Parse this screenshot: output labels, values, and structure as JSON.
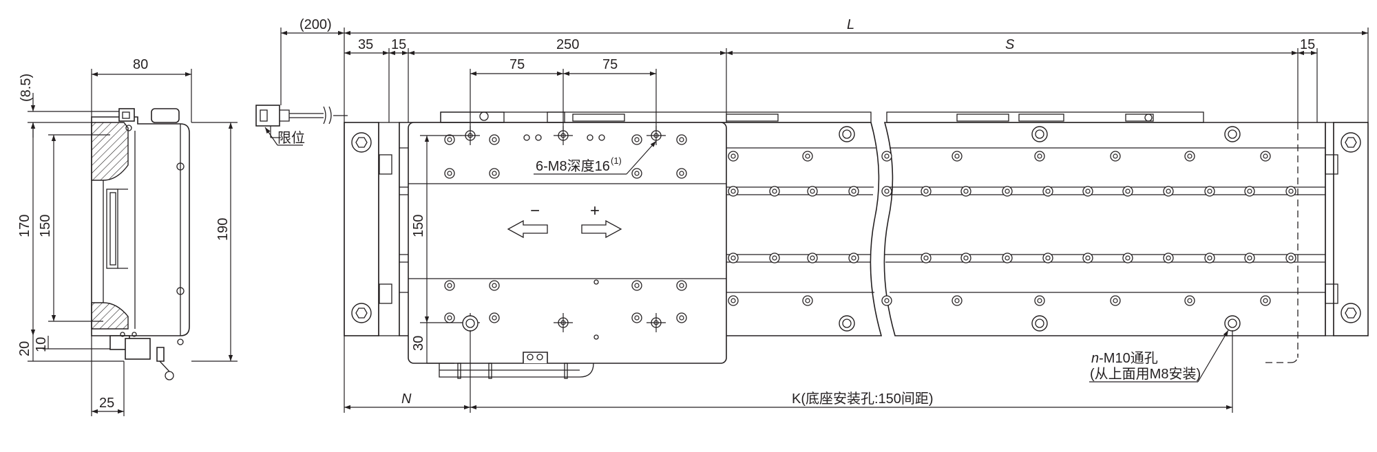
{
  "labels": {
    "cable_length": "(200)",
    "limit": "限位",
    "overall_length": "L",
    "stroke": "S",
    "end_left": "N",
    "pitch_length": "K(底座安装孔:150间距)",
    "slider_thread": "6-M8深度16",
    "slider_thread_note": "(1)",
    "base_hole_line1": "n-M10通孔",
    "base_hole_line1_prefix": "n",
    "base_hole_line1_rest": "-M10通孔",
    "base_hole_line2": "(从上面用M8安装)",
    "minus": "−",
    "plus": "+"
  },
  "dimensions": {
    "side_top_width": "80",
    "side_top_offset": "(8.5)",
    "side_height_170": "170",
    "side_height_150": "150",
    "side_height_190": "190",
    "side_20": "20",
    "side_10": "10",
    "side_bottom_25": "25",
    "front_35": "35",
    "front_15_left": "15",
    "front_250": "250",
    "front_15_right": "15",
    "front_75_a": "75",
    "front_75_b": "75",
    "front_150": "150",
    "front_30": "30"
  }
}
